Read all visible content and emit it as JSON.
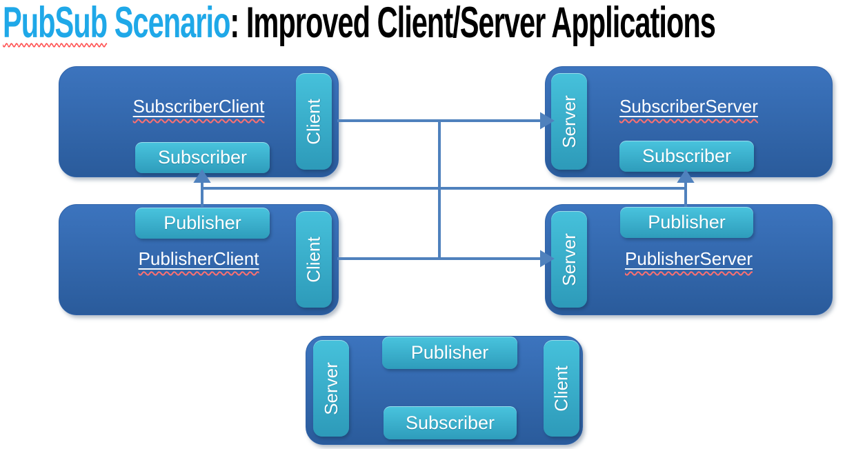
{
  "title": {
    "pubsub": "PubSub",
    "scenario": " Scenario",
    "rest": ": Improved Client/Server Applications"
  },
  "colors": {
    "title_highlight": "#1FA8E8",
    "title_text": "#000000",
    "box_blue_top": "#3C74BE",
    "box_blue_bottom": "#2A5B9B",
    "chip_teal_top": "#49C4DE",
    "chip_teal_bottom": "#2E9CBB",
    "connector": "#4F81BD",
    "spellcheck_squiggle": "#FF5050",
    "label_text": "#FFFFFF"
  },
  "boxes": {
    "subscriber_client": {
      "label": "SubscriberClient",
      "tab": "Client",
      "chip": "Subscriber"
    },
    "subscriber_server": {
      "label": "SubscriberServer",
      "tab": "Server",
      "chip": "Subscriber"
    },
    "publisher_client": {
      "label": "PublisherClient",
      "tab": "Client",
      "chip": "Publisher"
    },
    "publisher_server": {
      "label": "PublisherServer",
      "tab": "Server",
      "chip": "Publisher"
    },
    "combined": {
      "tab_left": "Server",
      "tab_right": "Client",
      "chip_top": "Publisher",
      "chip_bottom": "Subscriber"
    }
  }
}
